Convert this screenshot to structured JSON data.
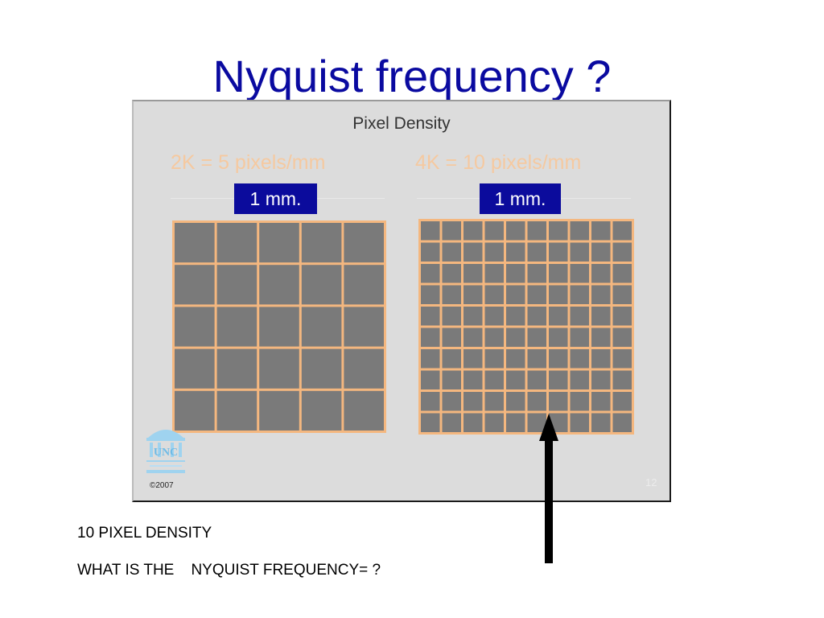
{
  "slide": {
    "title": "Nyquist frequency ?",
    "title_color": "#0a0aa0"
  },
  "panel": {
    "title": "Pixel Density",
    "left_label": "2K  = 5 pixels/mm",
    "right_label": "4K = 10 pixels/mm",
    "label_color": "#f5c9a0",
    "left_scale": "1 mm.",
    "right_scale": "1 mm.",
    "copyright": "©2007",
    "page_number": "12",
    "logo_text": "UNC",
    "grid_fill": "#7a7a7a",
    "grid_line_color": "#f4b77f",
    "left_grid": {
      "cols": 5,
      "rows": 5
    },
    "right_grid": {
      "cols": 10,
      "rows": 10
    }
  },
  "captions": {
    "line1": "10 PIXEL DENSITY",
    "line2": "WHAT IS THE    NYQUIST FREQUENCY= ?"
  }
}
